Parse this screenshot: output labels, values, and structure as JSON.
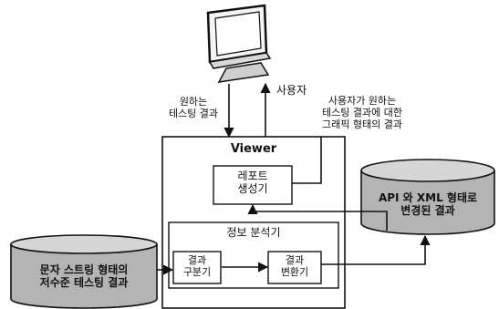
{
  "diagram": {
    "user_label": "사용자",
    "left_arrow_label": [
      "원하는",
      "테스팅 결과"
    ],
    "right_arrow_label": [
      "사용자가 원하는",
      "테스팅 결과에 대한",
      "그래픽 형태의 결과"
    ],
    "viewer": {
      "title": "Viewer",
      "report_box": [
        "레포트",
        "생성기"
      ],
      "analyzer": {
        "title": "정보 분석기",
        "classifier_box": [
          "결과",
          "구분기"
        ],
        "converter_box": [
          "결과",
          "변환기"
        ]
      }
    },
    "left_db": [
      "문자 스트링 형태의",
      "저수준 테스팅 결과"
    ],
    "right_db": [
      "API 와 XML 형태로",
      "변경된 결과"
    ]
  }
}
